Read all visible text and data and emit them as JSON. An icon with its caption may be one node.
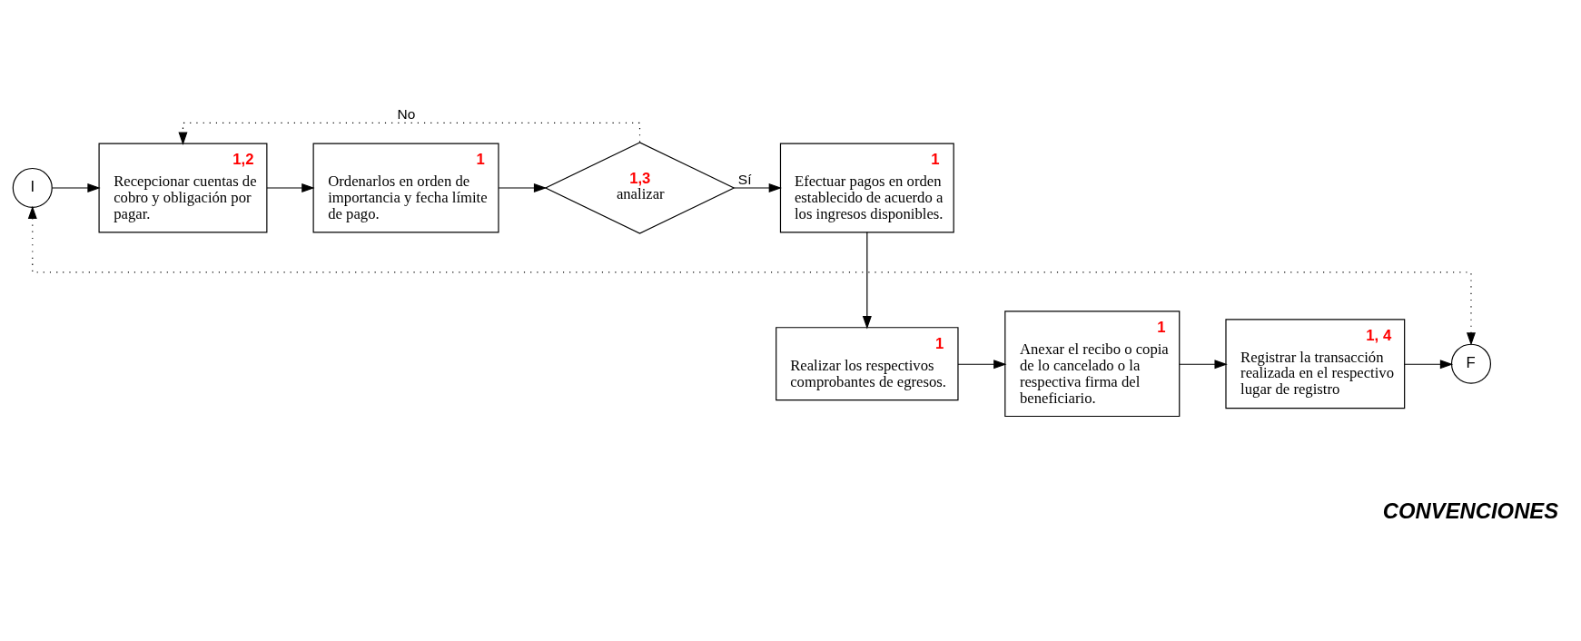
{
  "diagram": {
    "nodes": [
      {
        "text": [
          "I"
        ]
      },
      {
        "text": [
          "1,2",
          "Recepcionar cuentas de cobro y obligación por pagar."
        ]
      },
      {
        "text": [
          "1",
          "Ordenarlos en orden de importancia y fecha límite de pago."
        ]
      },
      {
        "text": [
          "1,3",
          "analizar"
        ]
      },
      {
        "text": [
          "1",
          "Efectuar pagos en orden establecido de acuerdo a los ingresos disponibles."
        ]
      },
      {
        "text": [
          "1",
          "Realizar los respectivos comprobantes de egresos."
        ]
      },
      {
        "text": [
          "1",
          "Anexar el recibo o copia de lo cancelado o la respectiva firma del beneficiario."
        ]
      },
      {
        "text": [
          "1, 4",
          "Registrar la transacción realizada en el respectivo lugar de registro"
        ]
      },
      {
        "text": [
          "F"
        ]
      }
    ],
    "edges": [
      {
        "from": 0,
        "to": 1,
        "arrow": "to"
      },
      {
        "from": 1,
        "to": 2,
        "arrow": "to"
      },
      {
        "from": 2,
        "to": 3,
        "arrow": "to"
      },
      {
        "from": 3,
        "to": 4,
        "arrow": "to",
        "label": "Sí"
      },
      {
        "from": 3,
        "to": 1,
        "arrow": "to",
        "label": "No",
        "style": "dashed"
      },
      {
        "from": 4,
        "to": 5,
        "arrow": "to"
      },
      {
        "from": 5,
        "to": 6,
        "arrow": "to"
      },
      {
        "from": 6,
        "to": 7,
        "arrow": "to"
      },
      {
        "from": 7,
        "to": 8,
        "arrow": "to"
      },
      {
        "from": 8,
        "to": 0,
        "arrow": "both",
        "style": "dashed"
      }
    ],
    "labels": [
      "CONVENCIONES"
    ]
  }
}
